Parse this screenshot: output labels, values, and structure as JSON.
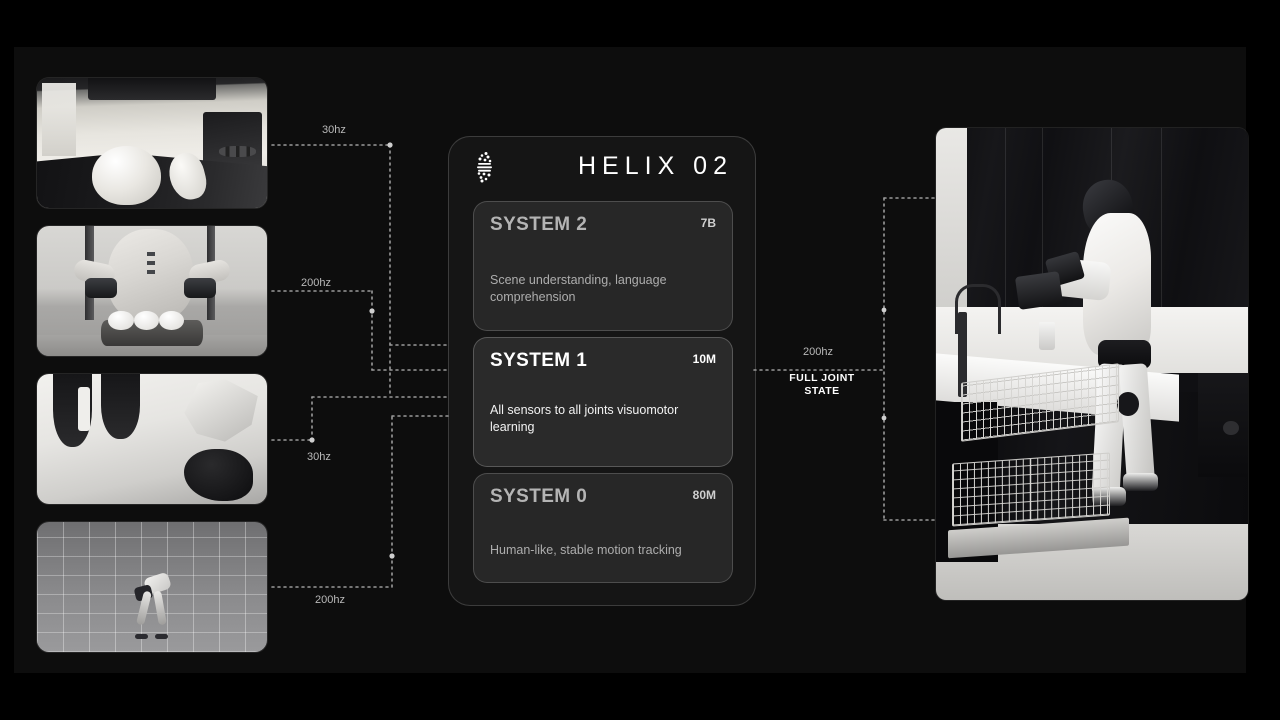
{
  "header": {
    "logo_icon": "helix-dna-icon",
    "title": "HELIX 02"
  },
  "systems": [
    {
      "id": "system-2",
      "name": "SYSTEM 2",
      "size": "7B",
      "description": "Scene understanding, language comprehension",
      "highlighted": false
    },
    {
      "id": "system-1",
      "name": "SYSTEM 1",
      "size": "10M",
      "description": "All sensors to all joints visuomotor learning",
      "highlighted": true
    },
    {
      "id": "system-0",
      "name": "SYSTEM 0",
      "size": "80M",
      "description": "Human-like, stable motion tracking",
      "highlighted": false
    }
  ],
  "inputs": [
    {
      "id": "input-egocentric-view",
      "caption": "egocentric kitchen camera view",
      "rate": "30hz"
    },
    {
      "id": "input-robot-torso-eggs",
      "caption": "robot torso handling egg carton",
      "rate": "200hz"
    },
    {
      "id": "input-tactile-closeup",
      "caption": "close-up gripper depth view",
      "rate": "30hz"
    },
    {
      "id": "input-simulation-grid",
      "caption": "simulated robot on grid floor",
      "rate": "200hz"
    }
  ],
  "output": {
    "id": "output-robot-kitchen",
    "caption": "humanoid robot loading dishwasher in kitchen",
    "rate": "200hz",
    "label_line1": "FULL JOINT",
    "label_line2": "STATE"
  },
  "colors": {
    "background": "#000000",
    "panel": "#0d0d0d",
    "container": "#151515",
    "card": "#2a2a2a",
    "card_dim": "#272727",
    "text_primary": "#ffffff",
    "text_dim": "#b4b4b4",
    "wire": "#9a9a9a"
  }
}
